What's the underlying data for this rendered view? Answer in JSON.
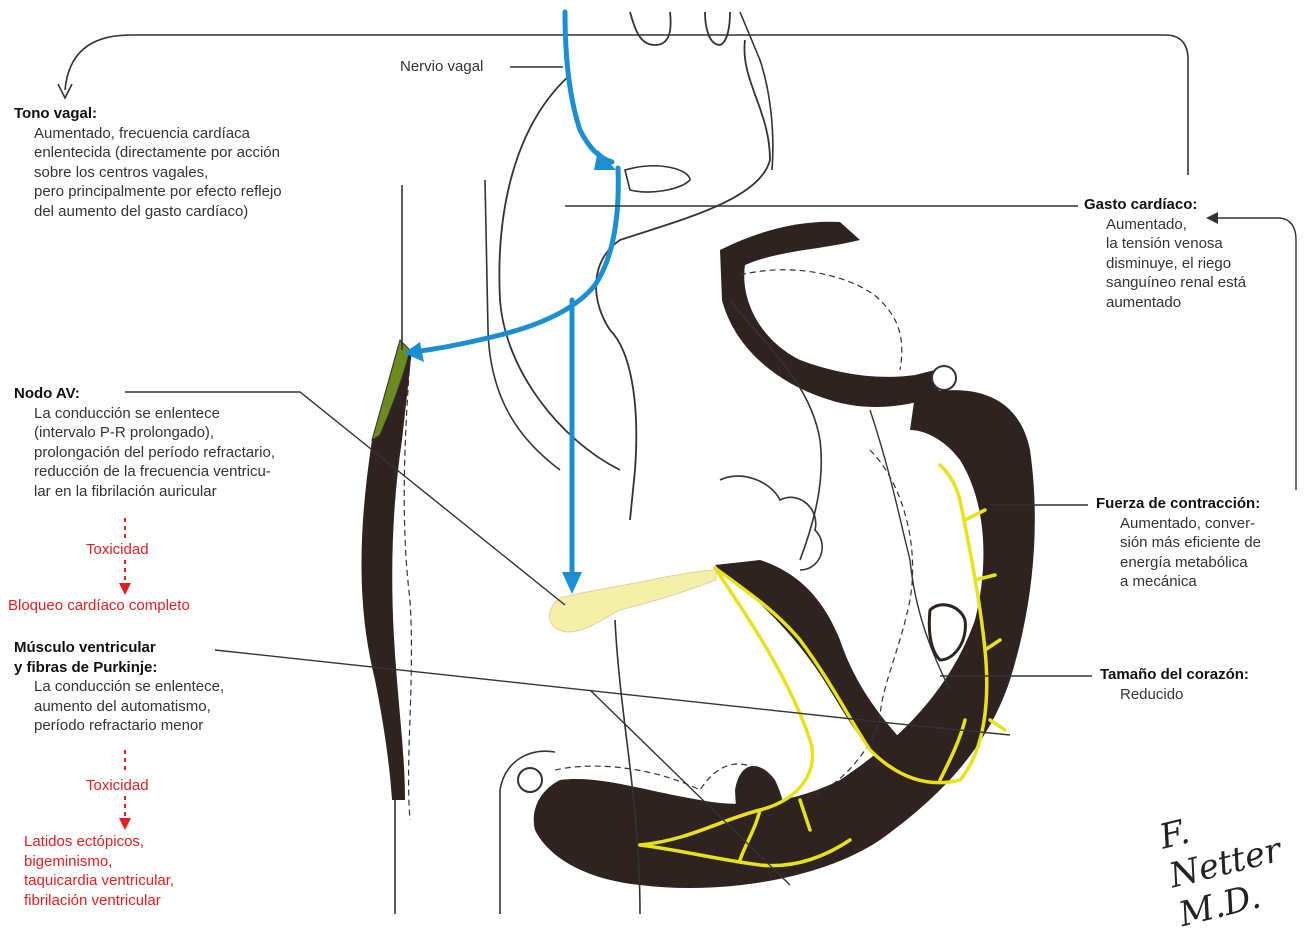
{
  "labels": {
    "nervio_vagal": "Nervio vagal",
    "tono_vagal": {
      "heading": "Tono vagal:",
      "lines": [
        "Aumentado, frecuencia cardíaca",
        "enlentecida (directamente por acción",
        "sobre los centros vagales,",
        "pero principalmente por efecto reflejo",
        "del aumento del gasto cardíaco)"
      ]
    },
    "nodo_av": {
      "heading": "Nodo AV:",
      "lines": [
        "La conducción se enlentece",
        "(intervalo P-R prolongado),",
        "prolongación del período refractario,",
        "reducción de la frecuencia ventricu-",
        "lar en la fibrilación auricular"
      ],
      "toxicity_label": "Toxicidad",
      "toxicity_result": "Bloqueo cardíaco completo"
    },
    "musculo": {
      "heading_1": "Músculo ventricular",
      "heading_2": "y fibras de Purkinje:",
      "lines": [
        "La conducción se enlentece,",
        "aumento del automatismo,",
        "período refractario menor"
      ],
      "toxicity_label": "Toxicidad",
      "toxicity_results": [
        "Latidos ectópicos,",
        "bigeminismo,",
        "taquicardia ventricular,",
        "fibrilación ventricular"
      ]
    },
    "gasto": {
      "heading": "Gasto cardíaco:",
      "lines": [
        "Aumentado,",
        "la tensión venosa",
        "disminuye, el riego",
        "sanguíneo renal está",
        "aumentado"
      ]
    },
    "fuerza": {
      "heading": "Fuerza de contracción:",
      "lines": [
        "Aumentado, conver-",
        "sión más eficiente de",
        "energía metabólica",
        "a mecánica"
      ]
    },
    "tamano": {
      "heading": "Tamaño del corazón:",
      "lines": [
        "Reducido"
      ]
    }
  },
  "signature": "F. Netter M.D.",
  "colors": {
    "vagal_blue": "#1b8fd2",
    "myocardium": "#2e2320",
    "purkinje_yellow": "#e8e21a",
    "av_node_pale": "#f5f0a8",
    "sa_node_green": "#6c8a1e",
    "toxicity_red": "#e02020"
  }
}
